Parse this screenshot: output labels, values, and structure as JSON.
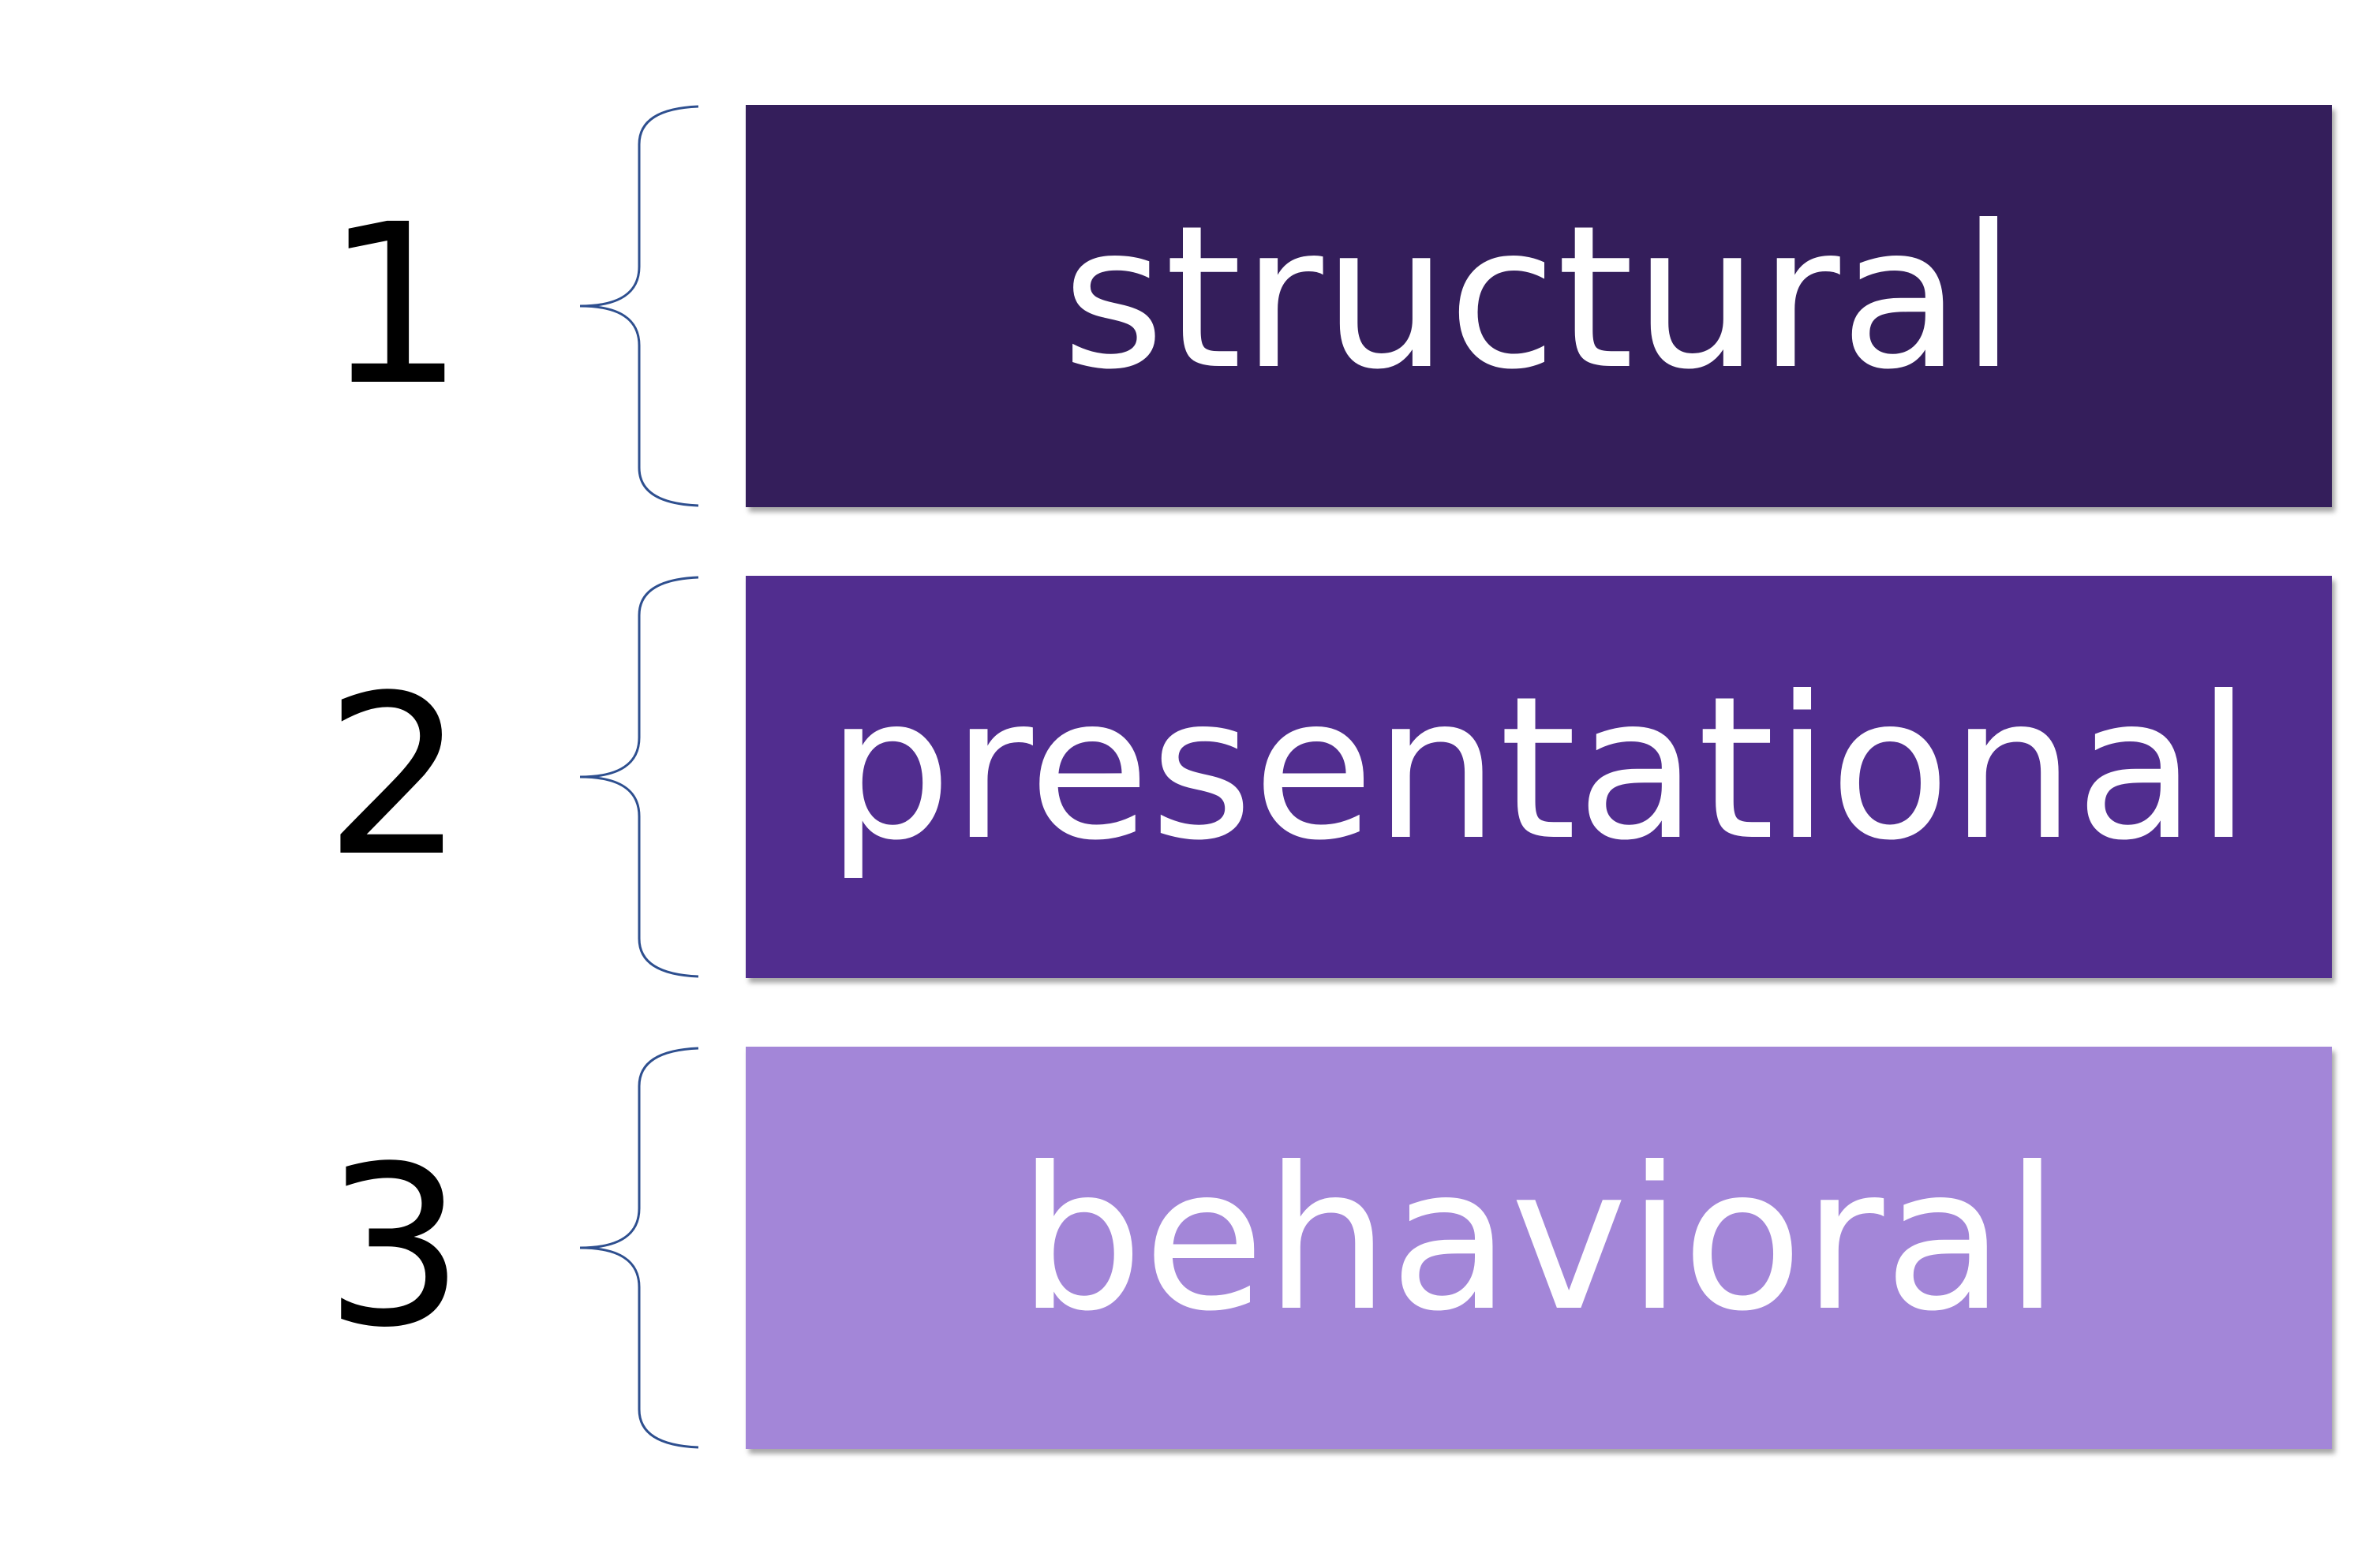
{
  "items": [
    {
      "number": "1",
      "label": "structural",
      "color": "#341e5b"
    },
    {
      "number": "2",
      "label": "presentational",
      "color": "#512d8f"
    },
    {
      "number": "3",
      "label": "behavioral",
      "color": "#a386d8"
    }
  ],
  "brace_color": "#2e4f8f"
}
